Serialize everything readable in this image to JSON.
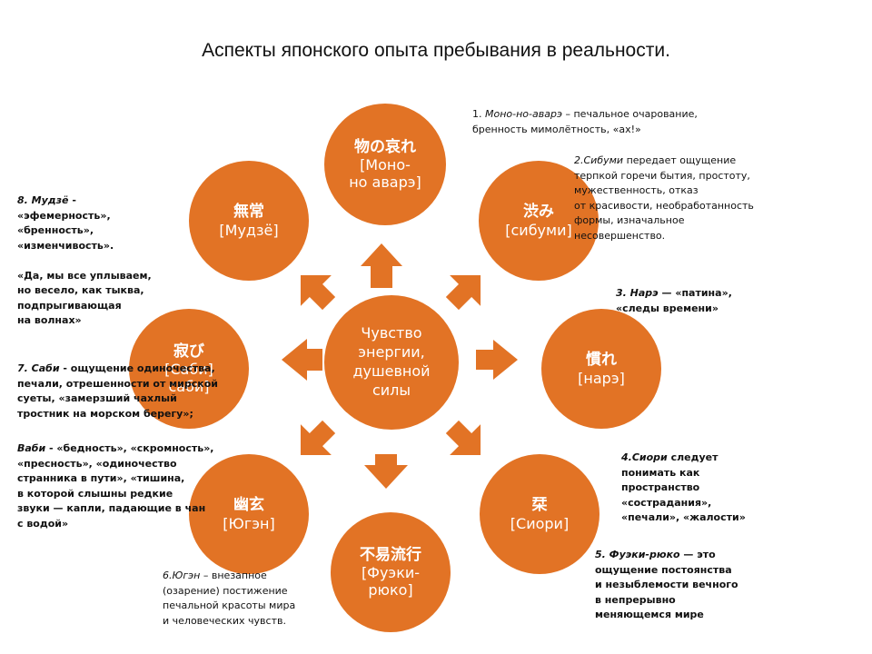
{
  "title": "Аспекты японского опыта пребывания в реальности.",
  "colors": {
    "circle": "#e27325",
    "arrow": "#e27325",
    "text_on_circle": "#ffffff"
  },
  "center": {
    "text": "Чувство\nэнергии,\nдушевной\nсилы"
  },
  "circles": {
    "mono": {
      "kanji": "物の哀れ",
      "reading": "[Моно-\nно аварэ]"
    },
    "shibumi": {
      "kanji": "渋み",
      "reading": "[сибуми]"
    },
    "nare": {
      "kanji": "慣れ",
      "reading": "[нарэ]"
    },
    "shiori": {
      "kanji": "栞",
      "reading": "[Сиори]"
    },
    "fueki": {
      "kanji": "不易流行",
      "reading": "[Фуэки-\nрюко]"
    },
    "yugen": {
      "kanji": "幽玄",
      "reading": "[Югэн]"
    },
    "sabi": {
      "kanji": "寂び",
      "reading": "[Саби]\nсаби]"
    },
    "mujo": {
      "kanji": "無常",
      "reading": "[Мудзё]"
    }
  },
  "notes": {
    "n1": {
      "prefix": "1. ",
      "label": "Моно-но-аварэ",
      "body": " – печальное очарование,\nбренность мимолётность, «ах!»"
    },
    "n2": {
      "label": "2.Сибуми",
      "body": " передает ощущение\nтерпкой горечи бытия, простоту,\nмужественность, отказ\nот красивости, необработанность\nформы, изначальное\nнесовершенство."
    },
    "n3": {
      "label": "3. Нарэ",
      "body": " — «патина»,\n«следы времени»"
    },
    "n4": {
      "label": "4.Сиори",
      "body": " следует\nпонимать как\nпространство\n«сострадания»,\n«печали», «жалости»"
    },
    "n5": {
      "label": "5. Фуэки-рюко",
      "body": " — это\nощущение постоянства\nи незыблемости вечного\nв непрерывно\nменяющемся мире"
    },
    "n6": {
      "label": "6.Югэн",
      "body": " – внезапное\n(озарение) постижение\nпечальной красоты мира\nи человеческих чувств."
    },
    "n7": {
      "label": "7. Саби",
      "body": " -  ощущение одиночества,\nпечали, отрешенности от мирской\nсуеты,   «замерзший чахлый\nтростник на морском берегу»;"
    },
    "n7b": {
      "label": "Ваби",
      "body": " - «бедность», «скромность»,\n«пресность», «одиночество\nстранника в пути», «тишина,\nв которой слышны редкие\nзвуки — капли, падающие в чан\nс водой»"
    },
    "n8": {
      "label": "8. Мудзё",
      "body": " -\n«эфемерность»,\n«бренность»,\n«изменчивость».\n\n«Да, мы все уплываем,\nно весело, как тыква,\nподпрыгивающая\nна волнах»"
    }
  }
}
